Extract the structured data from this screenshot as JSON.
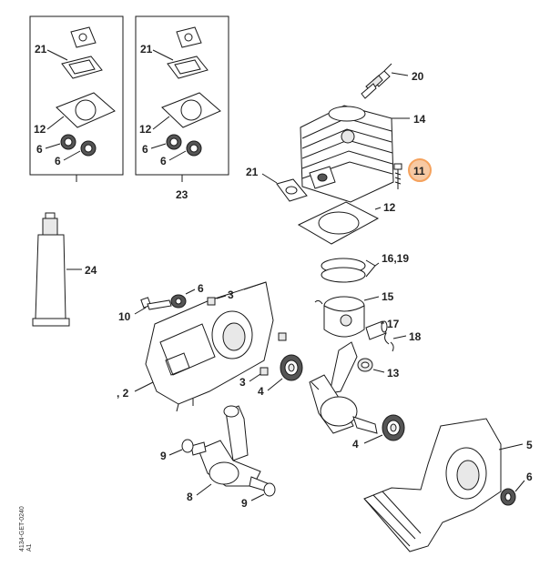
{
  "diagram": {
    "labels": {
      "l21a": "21",
      "l12a": "12",
      "l6a": "6",
      "l6b": "6",
      "l21b": "21",
      "l12b": "12",
      "l6c": "6",
      "l6d": "6",
      "l23": "23",
      "l20": "20",
      "l14": "14",
      "l11": "11",
      "l21c": "21",
      "l12c": "12",
      "l24": "24",
      "l1619": "16,19",
      "l15": "15",
      "l17": "17",
      "l18": "18",
      "l13": "13",
      "l6e": "6",
      "l3a": "3",
      "l10": "10",
      "l2": ", 2",
      "l3b": "3",
      "l4a": "4",
      "l4b": "4",
      "l9a": "9",
      "l8": "8",
      "l9b": "9",
      "l5": "5",
      "l6f": "6"
    },
    "highlight_color": "#f5a25d",
    "reference_code": "4134-GET-0240",
    "reference_code2": "A1"
  }
}
